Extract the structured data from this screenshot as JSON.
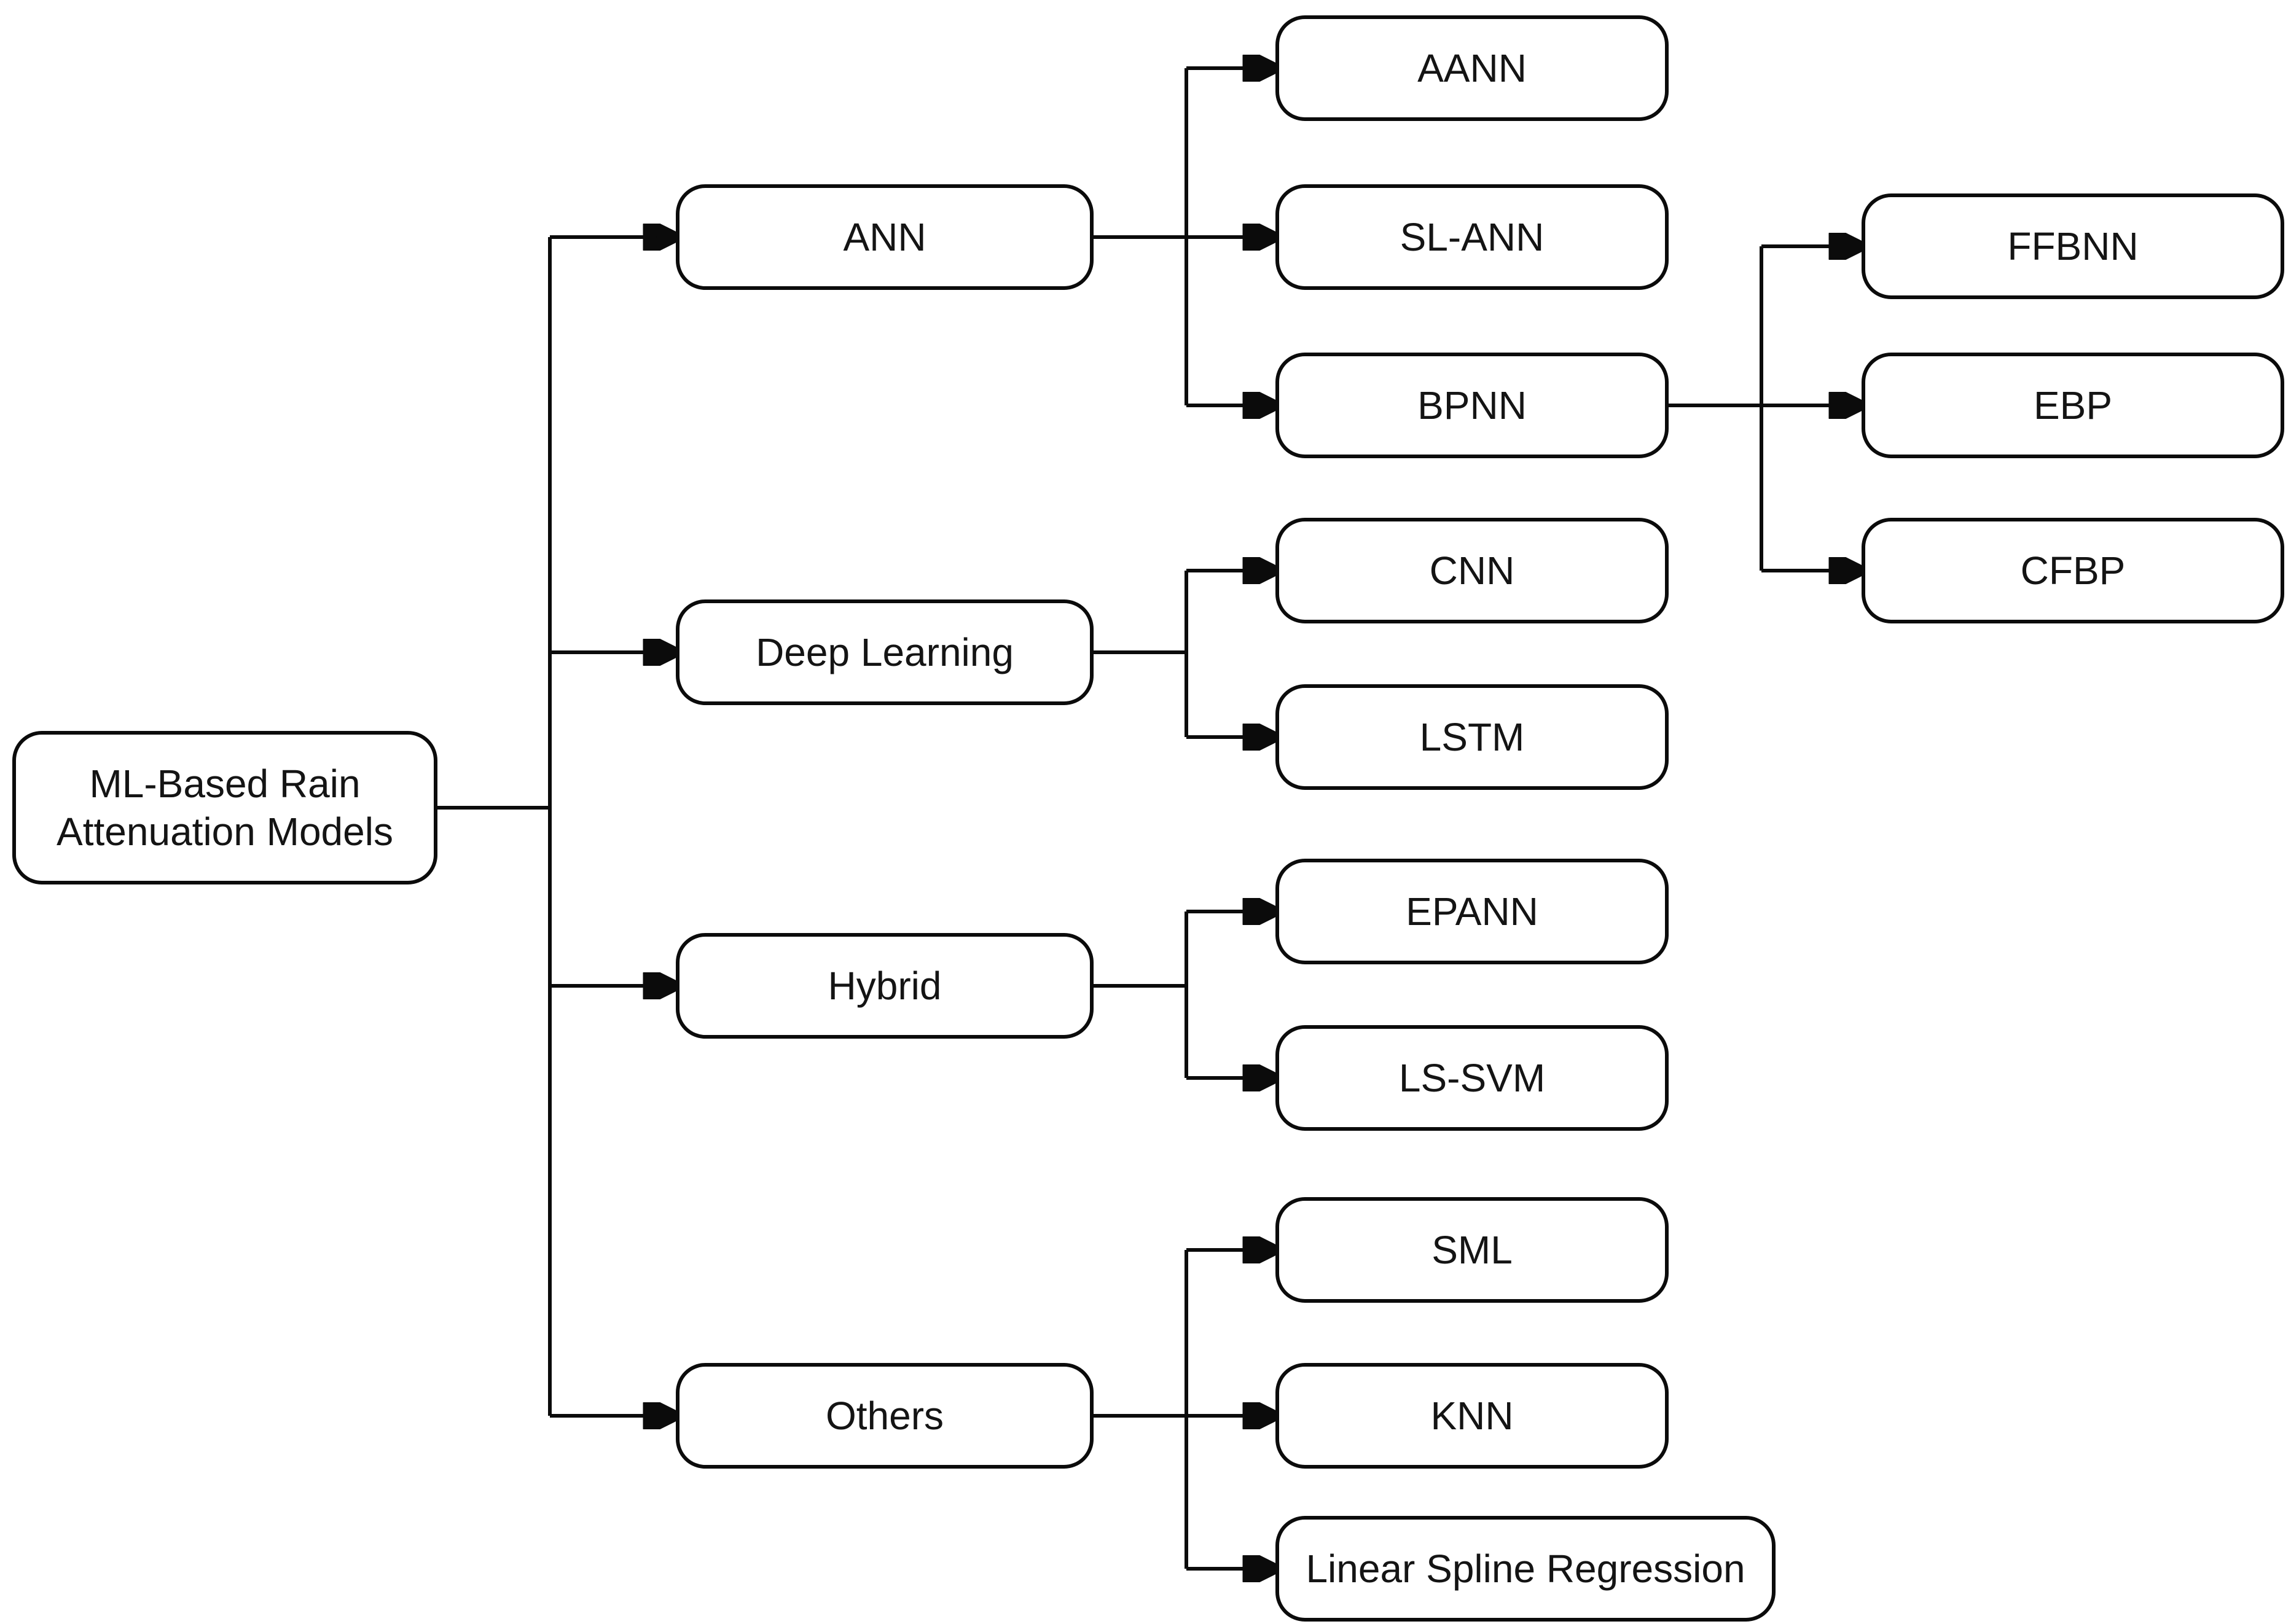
{
  "diagram": {
    "type": "hierarchy-tree",
    "background_color": "#ffffff",
    "stroke_color": "#0b0b0b",
    "node_fill_color": "#ffffff",
    "text_color": "#141414",
    "root": {
      "label": "ML-Based Rain Attenuation Models"
    },
    "groups": [
      {
        "label": "ANN",
        "children": [
          {
            "label": "AANN"
          },
          {
            "label": "SL-ANN"
          },
          {
            "label": "BPNN",
            "children": [
              {
                "label": "FFBNN"
              },
              {
                "label": "EBP"
              },
              {
                "label": "CFBP"
              }
            ]
          }
        ]
      },
      {
        "label": "Deep Learning",
        "children": [
          {
            "label": "CNN"
          },
          {
            "label": "LSTM"
          }
        ]
      },
      {
        "label": "Hybrid",
        "children": [
          {
            "label": "EPANN"
          },
          {
            "label": "LS-SVM"
          }
        ]
      },
      {
        "label": "Others",
        "children": [
          {
            "label": "SML"
          },
          {
            "label": "KNN"
          },
          {
            "label": "Linear Spline Regression"
          }
        ]
      }
    ]
  }
}
